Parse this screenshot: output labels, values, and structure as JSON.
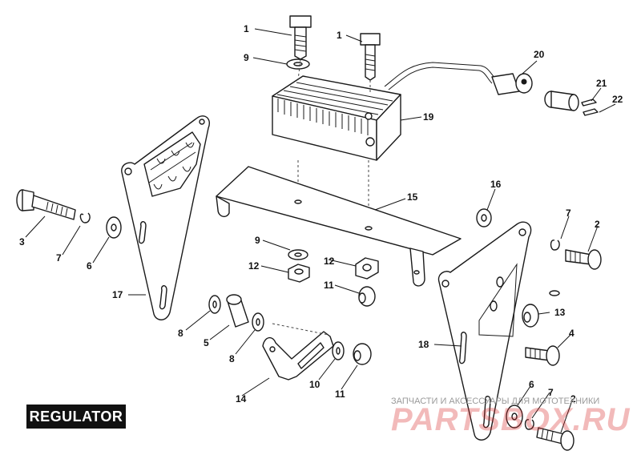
{
  "diagram": {
    "title": "REGULATOR",
    "callouts": [
      {
        "id": "c1a",
        "label": "1"
      },
      {
        "id": "c1b",
        "label": "1"
      },
      {
        "id": "c9a",
        "label": "9"
      },
      {
        "id": "c20",
        "label": "20"
      },
      {
        "id": "c21",
        "label": "21"
      },
      {
        "id": "c22",
        "label": "22"
      },
      {
        "id": "c19",
        "label": "19"
      },
      {
        "id": "c15",
        "label": "15"
      },
      {
        "id": "c16",
        "label": "16"
      },
      {
        "id": "c3",
        "label": "3"
      },
      {
        "id": "c7a",
        "label": "7"
      },
      {
        "id": "c6a",
        "label": "6"
      },
      {
        "id": "c9b",
        "label": "9"
      },
      {
        "id": "c12a",
        "label": "12"
      },
      {
        "id": "c12b",
        "label": "12"
      },
      {
        "id": "c11a",
        "label": "11"
      },
      {
        "id": "c7b",
        "label": "7"
      },
      {
        "id": "c2a",
        "label": "2"
      },
      {
        "id": "c17",
        "label": "17"
      },
      {
        "id": "c13",
        "label": "13"
      },
      {
        "id": "c8a",
        "label": "8"
      },
      {
        "id": "c5",
        "label": "5"
      },
      {
        "id": "c8b",
        "label": "8"
      },
      {
        "id": "c4",
        "label": "4"
      },
      {
        "id": "c18",
        "label": "18"
      },
      {
        "id": "c10",
        "label": "10"
      },
      {
        "id": "c11b",
        "label": "11"
      },
      {
        "id": "c14",
        "label": "14"
      },
      {
        "id": "c6b",
        "label": "6"
      },
      {
        "id": "c7c",
        "label": "7"
      },
      {
        "id": "c2b",
        "label": "2"
      }
    ]
  },
  "watermark": {
    "line1": "ЗАПЧАСТИ И АКСЕССУАРЫ ДЛЯ МОТОТЕХНИКИ",
    "line2": "PARTSBOX.RU"
  },
  "colors": {
    "line": "#1a1a1a",
    "badge_bg": "#111111",
    "badge_text": "#ffffff",
    "watermark_red": "#d62828",
    "watermark_gray": "#9a9a9a"
  }
}
